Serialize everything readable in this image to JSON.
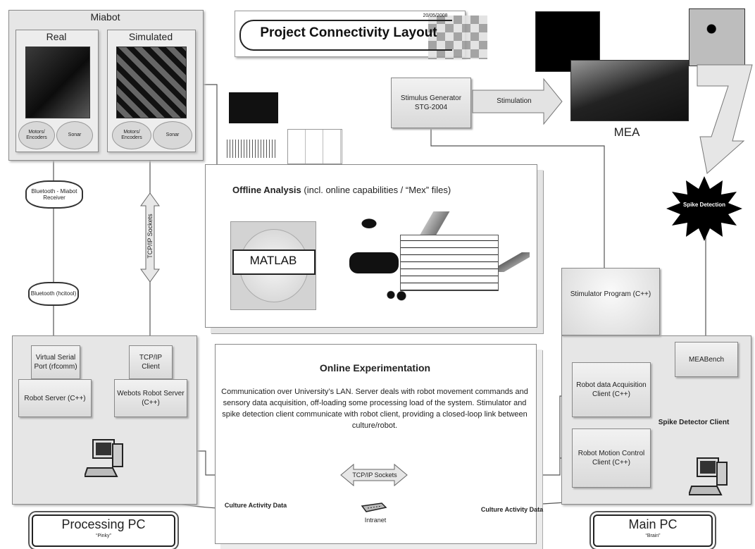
{
  "header": {
    "date": "20/05/2008",
    "title": "Project Connectivity Layout"
  },
  "miabot": {
    "title": "Miabot",
    "real": "Real",
    "simulated": "Simulated",
    "real_motors": "Motors/ Encoders",
    "real_sonar": "Sonar",
    "sim_motors": "Motors/ Encoders",
    "sim_sonar": "Sonar"
  },
  "clouds": {
    "bluetooth_receiver": "Bluetooth - Miabot Receiver",
    "bluetooth_hcitool": "Bluetooth (hcitool)"
  },
  "tcp_sockets_vertical": "TCP/IP Sockets",
  "stimulus": {
    "generator": "Stimulus Generator STG-2004",
    "arrow": "Stimulation",
    "mea": "MEA"
  },
  "spike_detection": "Spike Detection",
  "offline": {
    "title_bold": "Offline Analysis",
    "title_rest": " (incl. online capabilities / “Mex” files)",
    "matlab": "MATLAB"
  },
  "online": {
    "title": "Online Experimentation",
    "body": "Communication over University’s LAN. Server deals with robot movement commands and sensory data acquisition, off-loading some processing load of the system. Stimulator and spike detection client communicate with robot client, providing a closed-loop link between culture/robot."
  },
  "processing_pc": {
    "virtual_serial": "Virtual Serial Port (rfcomm)",
    "tcp_client": "TCP/IP Client",
    "robot_server": "Robot Server (C++)",
    "webots_server": "Webots Robot Server (C++)",
    "title": "Processing PC",
    "subtitle": "“Pinky”"
  },
  "main_pc": {
    "stimulator_program": "Stimulator Program (C++)",
    "robot_data": "Robot data Acquisition Client (C++)",
    "meabench": "MEABench",
    "spike_detector_client": "Spike Detector Client",
    "robot_motion": "Robot Motion Control Client (C++)",
    "title": "Main PC",
    "subtitle": "“Brain”"
  },
  "network": {
    "tcp_sockets": "TCP/IP Sockets",
    "intranet": "Intranet",
    "culture_left": "Culture Activity Data",
    "culture_right": "Culture Activity Data"
  }
}
